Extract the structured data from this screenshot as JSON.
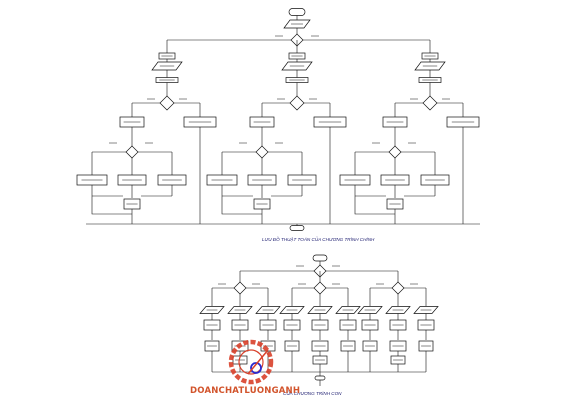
{
  "captions": {
    "top": "LƯU ĐỒ THUẬT TOÁN CỦA CHƯƠNG TRÌNH CHÍNH",
    "bottom": "CỦA CHƯƠNG TRÌNH CON"
  },
  "watermark": {
    "text": "DOANCHATLUONGANH"
  },
  "colors": {
    "line": "#111111",
    "caption": "#1a1a6e",
    "watermark": "#d2542c",
    "logo_ring": "#d8402a",
    "logo_center": "#2a2ad0"
  }
}
